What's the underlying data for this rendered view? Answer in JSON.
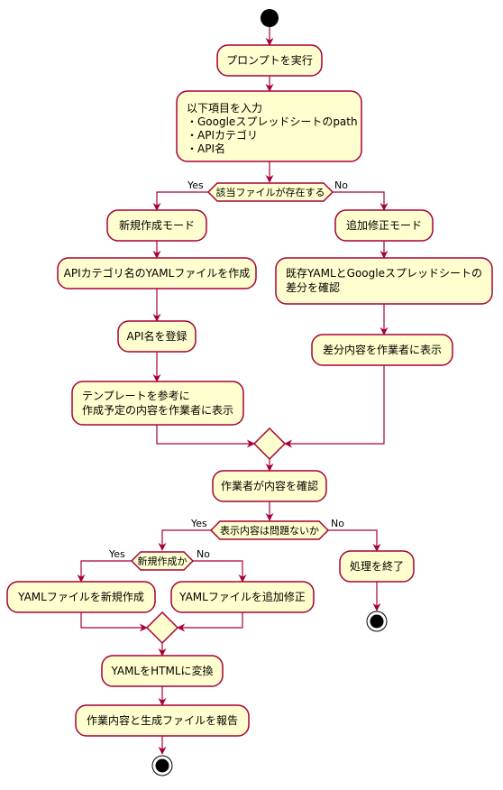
{
  "colors": {
    "node_fill": "#FEFECE",
    "border": "#A80036",
    "start_end": "#000000"
  },
  "actions": {
    "run_prompt": "プロンプトを実行",
    "input": [
      "以下項目を入力",
      "・Googleスプレッドシートのpath",
      "・APIカテゴリ",
      "・API名"
    ],
    "new_mode": "新規作成モード",
    "create_yaml": "APIカテゴリ名のYAMLファイルを作成",
    "register_api": "API名を登録",
    "show_template": [
      "テンプレートを参考に",
      "作成予定の内容を作業者に表示"
    ],
    "edit_mode": "追加修正モード",
    "check_diff": [
      "既存YAMLとGoogleスプレッドシートの",
      "差分を確認"
    ],
    "show_diff": "差分内容を作業者に表示",
    "confirm": "作業者が内容を確認",
    "end_process": "処理を終了",
    "new_yaml": "YAMLファイルを新規作成",
    "edit_yaml": "YAMLファイルを追加修正",
    "convert": "YAMLをHTMLに変換",
    "report": "作業内容と生成ファイルを報告"
  },
  "decisions": {
    "file_exists": {
      "text": "該当ファイルが存在する",
      "yes": "Yes",
      "no": "No"
    },
    "content_ok": {
      "text": "表示内容は問題ないか",
      "yes": "Yes",
      "no": "No"
    },
    "is_new": {
      "text": "新規作成か",
      "yes": "Yes",
      "no": "No"
    }
  }
}
